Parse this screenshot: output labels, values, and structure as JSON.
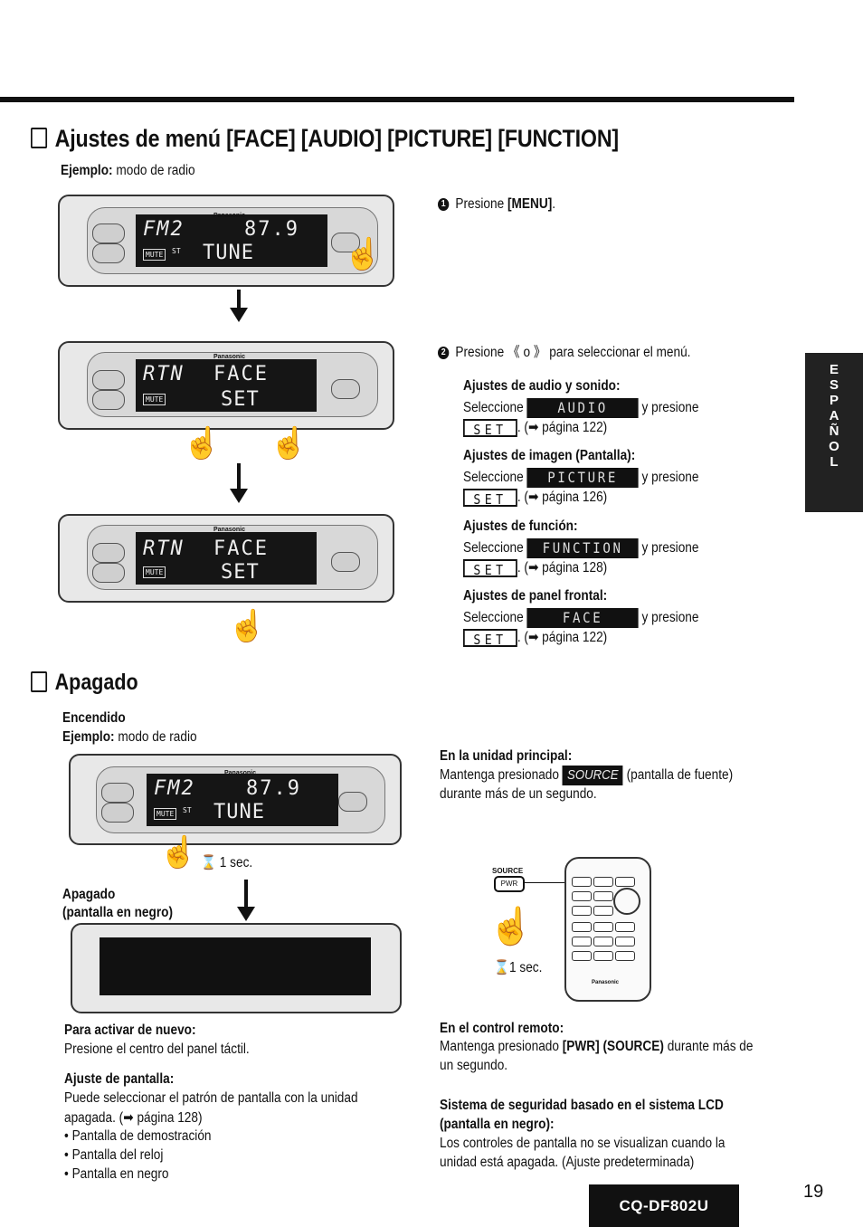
{
  "page": {
    "title": "Ajustes de menú [FACE] [AUDIO] [PICTURE] [FUNCTION]",
    "example_label": "Ejemplo:",
    "example_text": "modo de radio",
    "side_tab": [
      "E",
      "S",
      "P",
      "A",
      "Ñ",
      "O",
      "L"
    ],
    "page_number": "19",
    "model": "CQ-DF802U"
  },
  "displays": {
    "d1": {
      "line1_left": "FM2",
      "line1_right": "87.9",
      "line2": "TUNE",
      "mute": "MUTE",
      "st": "ST"
    },
    "d2": {
      "line1_left": "RTN",
      "line1_right": "FACE",
      "line2": "SET",
      "mute": "MUTE"
    },
    "d3": {
      "line1_left": "RTN",
      "line1_right": "FACE",
      "line2": "SET",
      "mute": "MUTE"
    },
    "d4": {
      "line1_left": "FM2",
      "line1_right": "87.9",
      "line2": "TUNE",
      "mute": "MUTE",
      "st": "ST"
    },
    "brand": "Panasonic"
  },
  "steps": {
    "step1": {
      "num": "1",
      "text": "Presione",
      "bold": "[MENU]",
      "end": "."
    },
    "step2": {
      "num": "2",
      "text_a": "Presione",
      "text_b": "o",
      "text_c": "para seleccionar el menú."
    },
    "groups": [
      {
        "heading": "Ajustes de audio y sonido:",
        "select": "Seleccione",
        "word": "AUDIO",
        "press": "y presione",
        "set": "SET",
        "ref": ". (➡ página 122)"
      },
      {
        "heading": "Ajustes de imagen (Pantalla):",
        "select": "Seleccione",
        "word": "PICTURE",
        "press": "y presione",
        "set": "SET",
        "ref": ". (➡ página 126)"
      },
      {
        "heading": "Ajustes de función:",
        "select": "Seleccione",
        "word": "FUNCTION",
        "press": "y presione",
        "set": "SET",
        "ref": ". (➡ página 128)"
      },
      {
        "heading": "Ajustes de panel frontal:",
        "select": "Seleccione",
        "word": "FACE",
        "press": "y presione",
        "set": "SET",
        "ref": ". (➡ página 122)"
      }
    ]
  },
  "apagado": {
    "title": "Apagado",
    "encendido": "Encendido",
    "example_label": "Ejemplo:",
    "example_text": "modo de radio",
    "one_sec": "1 sec.",
    "off_label_1": "Apagado",
    "off_label_2": "(pantalla en negro)",
    "reactivate_heading": "Para activar de nuevo:",
    "reactivate_text": "Presione el centro del panel táctil.",
    "screen_heading": "Ajuste de pantalla:",
    "screen_text_1": "Puede seleccionar el patrón de pantalla con la unidad",
    "screen_text_2": "apagada. (➡ página 128)",
    "bullets": [
      "Pantalla de demostración",
      "Pantalla del reloj",
      "Pantalla en negro"
    ],
    "main_unit_heading": "En la unidad principal:",
    "main_unit_text_a": "Mantenga presionado",
    "main_unit_source": "SOURCE",
    "main_unit_text_b": "(pantalla de fuente)",
    "main_unit_text_c": "durante más de un segundo.",
    "remote_source_label": "SOURCE",
    "remote_pwr_label": "PWR",
    "remote_one_sec": "1 sec.",
    "remote_heading": "En el control remoto:",
    "remote_text_a": "Mantenga presionado",
    "remote_bold": "[PWR] (SOURCE)",
    "remote_text_b": "durante más de",
    "remote_text_c": "un segundo.",
    "security_heading_1": "Sistema de seguridad basado en el sistema LCD",
    "security_heading_2": "(pantalla en negro):",
    "security_text_1": "Los controles de pantalla no se visualizan cuando la",
    "security_text_2": "unidad está apagada. (Ajuste predeterminada)"
  }
}
